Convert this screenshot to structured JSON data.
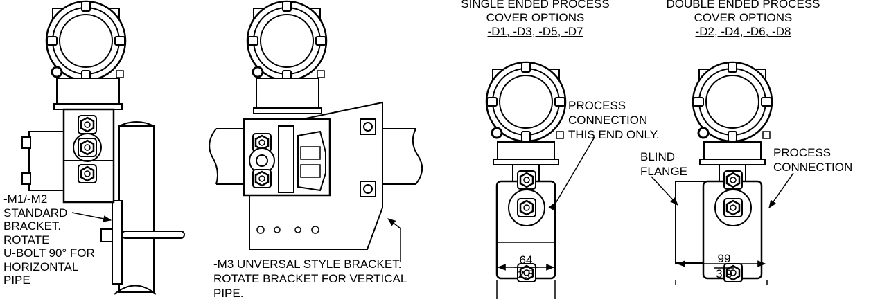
{
  "figure1": {
    "note": [
      "-M1/-M2",
      "STANDARD",
      "BRACKET.",
      "ROTATE",
      "U-BOLT 90° FOR",
      "HORIZONTAL",
      "PIPE"
    ]
  },
  "figure2": {
    "note": [
      "-M3 UNVERSAL STYLE BRACKET.",
      "ROTATE BRACKET FOR VERTICAL",
      "PIPE."
    ]
  },
  "figure3": {
    "title": [
      "SINGLE ENDED PROCESS",
      "COVER OPTIONS",
      "-D1, -D3, -D5, -D7"
    ],
    "callout": [
      "PROCESS",
      "CONNECTION",
      "THIS END ONLY."
    ],
    "dim_mm": "64",
    "dim_in": "2.5"
  },
  "figure4": {
    "title": [
      "DOUBLE ENDED PROCESS",
      "COVER OPTIONS",
      "-D2, -D4, -D6, -D8"
    ],
    "callout_left": [
      "BLIND",
      "FLANGE"
    ],
    "callout_right": [
      "PROCESS",
      "CONNECTION"
    ],
    "dim_mm": "99",
    "dim_in": "3.9"
  }
}
